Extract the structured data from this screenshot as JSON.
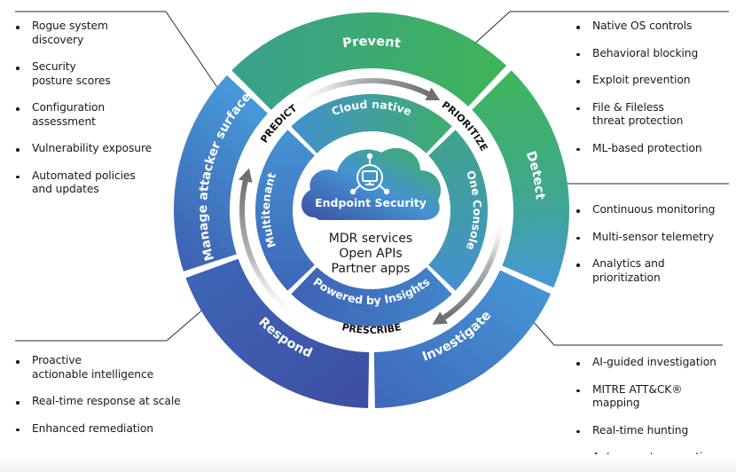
{
  "center": {
    "product_label": "Endpoint Security",
    "product_icon": "monitor-network-icon",
    "services": [
      "MDR services",
      "Open APIs",
      "Partner apps"
    ]
  },
  "outer_ring": [
    {
      "label": "Prevent",
      "color_start": "#3aa88a",
      "color_end": "#3db459"
    },
    {
      "label": "Detect",
      "color_start": "#3fb65a",
      "color_end": "#4593d2"
    },
    {
      "label": "Investigate",
      "color_start": "#4694d4",
      "color_end": "#3d66b8"
    },
    {
      "label": "Respond",
      "color_start": "#3d55a8",
      "color_end": "#4070c0"
    },
    {
      "label": "Manage attacker surface",
      "color_start": "#3e62b6",
      "color_end": "#4598d6"
    }
  ],
  "inner_ring": [
    {
      "label": "Cloud native"
    },
    {
      "label": "One Console"
    },
    {
      "label": "Powered by Insights"
    },
    {
      "label": "Multitenant"
    }
  ],
  "phases": [
    "PREDICT",
    "PRIORITIZE",
    "PRESCRIBE"
  ],
  "lists": {
    "manage": [
      "Rogue system\ndiscovery",
      "Security\nposture scores",
      "Configuration\nassessment",
      "Vulnerability exposure",
      "Automated policies\nand updates"
    ],
    "prevent": [
      "Native OS controls",
      "Behavioral blocking",
      "Exploit prevention",
      "File & Fileless\nthreat protection",
      "ML-based protection"
    ],
    "detect": [
      "Continuous monitoring",
      "Multi-sensor telemetry",
      "Analytics and\nprioritization"
    ],
    "investigate": [
      "AI-guided investigation",
      "MITRE ATT&CK®\nmapping",
      "Real-time hunting",
      "Auto-report generation"
    ],
    "respond": [
      "Proactive\nactionable intelligence",
      "Real-time response at scale",
      "Enhanced remediation"
    ]
  },
  "colors": {
    "green": "#3db459",
    "blue": "#4593d2",
    "indigo": "#3d4fa3",
    "arrow_gray": "#7a7a7c",
    "connector": "#2a2a2a"
  }
}
